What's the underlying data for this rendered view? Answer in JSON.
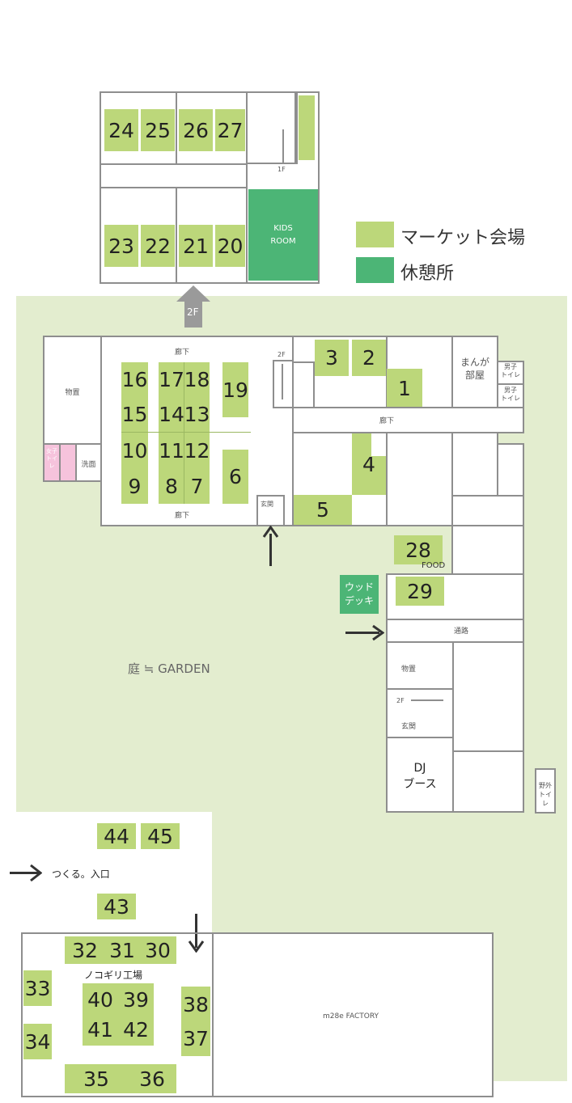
{
  "legend": {
    "market": "マーケット会場",
    "rest": "休憩所",
    "market_color": "#bcd77a",
    "rest_color": "#4cb576"
  },
  "colors": {
    "garden": "#e3edcf",
    "wall": "#8e8e8e",
    "toilet_women": "#f6c3dc"
  },
  "floor2": {
    "arrow_label": "2F",
    "stair_label": "1F",
    "kids_room": "KIDS\nROOM"
  },
  "main": {
    "storage": "物置",
    "women_toilet": "女子\nトイレ",
    "washroom": "洗面",
    "corridor": "廊下",
    "stair": "2F",
    "entrance": "玄関",
    "manga_room": "まんが\n部屋",
    "men_toilet": "男子\nトイレ"
  },
  "east": {
    "food": "FOOD",
    "wood_deck": "ウッド\nデッキ",
    "passage": "通路",
    "storage": "物置",
    "stair": "2F",
    "entrance": "玄関",
    "dj_booth": "DJ\nブース",
    "outdoor_toilet": "野外\nトイレ"
  },
  "garden_label": "庭 ≒ GARDEN",
  "tsukuru_entrance": "つくる。入口",
  "nokogiri_hall": "ノコギリ工場",
  "factory": "m28e FACTORY",
  "booths": {
    "b1": "1",
    "b2": "2",
    "b3": "3",
    "b4": "4",
    "b5": "5",
    "b6": "6",
    "b7": "7",
    "b8": "8",
    "b9": "9",
    "b10": "10",
    "b11": "11",
    "b12": "12",
    "b13": "13",
    "b14": "14",
    "b15": "15",
    "b16": "16",
    "b17": "17",
    "b18": "18",
    "b19": "19",
    "b20": "20",
    "b21": "21",
    "b22": "22",
    "b23": "23",
    "b24": "24",
    "b25": "25",
    "b26": "26",
    "b27": "27",
    "b28": "28",
    "b29": "29",
    "b30": "30",
    "b31": "31",
    "b32": "32",
    "b33": "33",
    "b34": "34",
    "b35": "35",
    "b36": "36",
    "b37": "37",
    "b38": "38",
    "b39": "39",
    "b40": "40",
    "b41": "41",
    "b42": "42",
    "b43": "43",
    "b44": "44",
    "b45": "45"
  }
}
